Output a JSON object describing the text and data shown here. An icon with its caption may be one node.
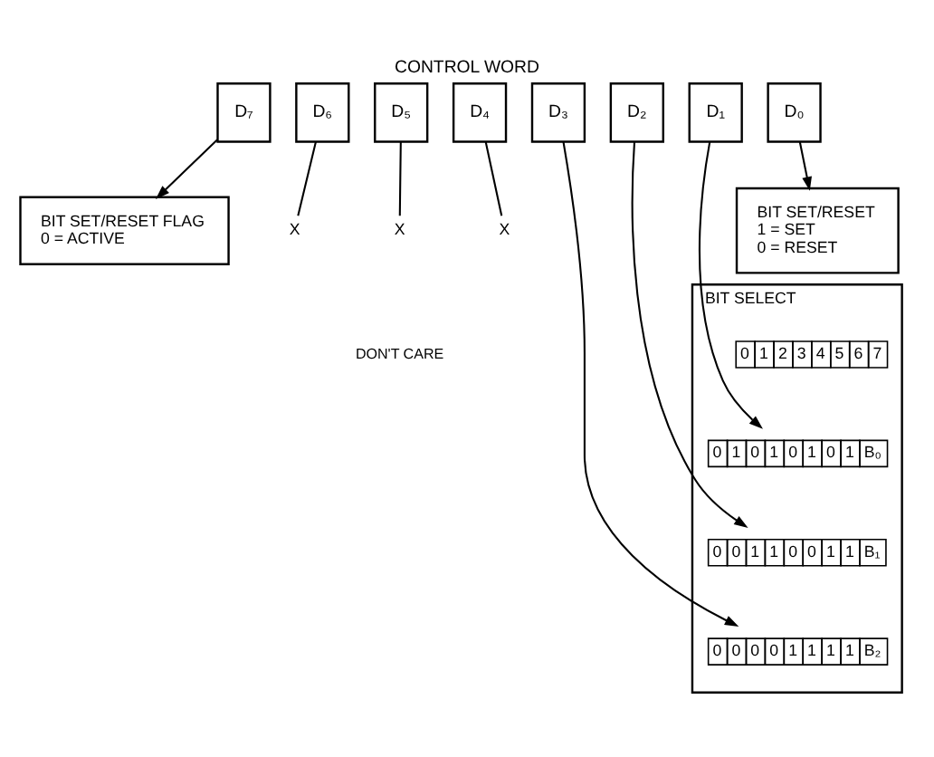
{
  "diagram": {
    "title": "CONTROL WORD",
    "nodes": [
      {
        "text": [
          "D₇"
        ]
      },
      {
        "text": [
          "D₆"
        ]
      },
      {
        "text": [
          "D₅"
        ]
      },
      {
        "text": [
          "D₄"
        ]
      },
      {
        "text": [
          "D₃"
        ]
      },
      {
        "text": [
          "D₂"
        ]
      },
      {
        "text": [
          "D₁"
        ]
      },
      {
        "text": [
          "D₀"
        ]
      },
      {
        "text": [
          "X"
        ]
      },
      {
        "text": [
          "X"
        ]
      },
      {
        "text": [
          "X"
        ]
      },
      {
        "text": [
          "BIT SET/RESET",
          "1 = SET",
          "0 = RESET"
        ]
      },
      {
        "text": [
          "BIT SELECT"
        ]
      },
      {
        "text": [
          "0",
          "1",
          "2",
          "3",
          "4",
          "5",
          "6",
          "7"
        ],
        "in": 12
      },
      {
        "text": [
          "0",
          "1",
          "0",
          "1",
          "0",
          "1",
          "0",
          "1",
          "B₀"
        ],
        "in": 12
      },
      {
        "text": [
          "0",
          "0",
          "1",
          "1",
          "0",
          "0",
          "1",
          "1",
          "B₁"
        ],
        "in": 12
      },
      {
        "text": [
          "0",
          "0",
          "0",
          "0",
          "1",
          "1",
          "1",
          "1",
          "B₂"
        ],
        "in": 12
      },
      {
        "text": [
          "BIT SET/RESET FLAG",
          "0 = ACTIVE"
        ]
      }
    ],
    "edges": [
      {
        "from": 1,
        "to": 8,
        "arrow": "none"
      },
      {
        "from": 2,
        "to": 9,
        "arrow": "none"
      },
      {
        "from": 3,
        "to": 10,
        "arrow": "none"
      },
      {
        "from": 7,
        "to": 11,
        "arrow": "to"
      },
      {
        "from": 6,
        "to": 14,
        "arrow": "to"
      },
      {
        "from": 5,
        "to": 15,
        "arrow": "to"
      },
      {
        "from": 4,
        "to": 16,
        "arrow": "to"
      },
      {
        "from": 0,
        "to": 17,
        "arrow": "to"
      }
    ],
    "labels": [
      "DON'T CARE"
    ]
  }
}
